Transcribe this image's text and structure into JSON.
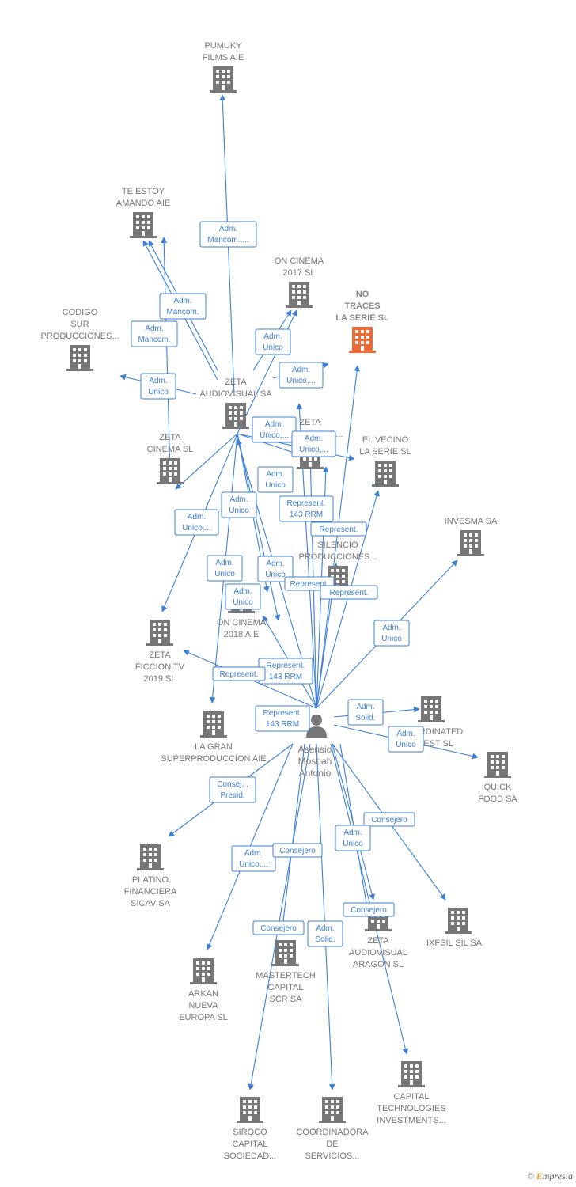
{
  "person": {
    "lines": [
      "Asensio",
      "Mosbah",
      "Antonio"
    ]
  },
  "nodes": [
    {
      "id": "pumuky",
      "lines": [
        "PUMUKY",
        "FILMS AIE"
      ]
    },
    {
      "id": "te-estoy",
      "lines": [
        "TE ESTOY",
        "AMANDO AIE"
      ]
    },
    {
      "id": "codigo-sur",
      "lines": [
        "CODIGO",
        "SUR",
        "PRODUCCIONES..."
      ]
    },
    {
      "id": "on-cinema-2017",
      "lines": [
        "ON CINEMA",
        "2017  SL"
      ]
    },
    {
      "id": "no-traces",
      "lines": [
        "NO",
        "TRACES",
        "LA SERIE  SL"
      ],
      "focus": true
    },
    {
      "id": "zeta-audiovisual",
      "lines": [
        "ZETA",
        "AUDIOVISUAL SA"
      ]
    },
    {
      "id": "zeta-audiovisual-2",
      "lines": [
        "ZETA",
        "AUDIOVISUAL..."
      ]
    },
    {
      "id": "el-vecino",
      "lines": [
        "EL VECINO",
        "LA SERIE  SL"
      ]
    },
    {
      "id": "zeta-cinema",
      "lines": [
        "ZETA",
        "CINEMA SL"
      ]
    },
    {
      "id": "invesma",
      "lines": [
        "INVESMA SA"
      ]
    },
    {
      "id": "silencio",
      "lines": [
        "SILENCIO",
        "PRODUCCIONES..."
      ]
    },
    {
      "id": "zeta-ficcion",
      "lines": [
        "ZETA",
        "FICCION TV",
        "2019  SL"
      ]
    },
    {
      "id": "on-cinema-2018",
      "lines": [
        "ON CINEMA",
        "2018  AIE"
      ]
    },
    {
      "id": "la-gran",
      "lines": [
        "LA GRAN",
        "SUPERPRODUCCION AIE"
      ]
    },
    {
      "id": "coordinated",
      "lines": [
        "COORDINATED",
        "INVEST  SL"
      ]
    },
    {
      "id": "quick-food",
      "lines": [
        "QUICK",
        "FOOD SA"
      ]
    },
    {
      "id": "platino",
      "lines": [
        "PLATINO",
        "FINANCIERA",
        "SICAV SA"
      ]
    },
    {
      "id": "ixfsil",
      "lines": [
        "IXFSIL SIL SA"
      ]
    },
    {
      "id": "zeta-aragon",
      "lines": [
        "ZETA",
        "AUDIOVISUAL",
        "ARAGON SL"
      ]
    },
    {
      "id": "arkan",
      "lines": [
        "ARKAN",
        "NUEVA",
        "EUROPA  SL"
      ]
    },
    {
      "id": "mastertech",
      "lines": [
        "MASTERTECH",
        "CAPITAL",
        "SCR SA"
      ]
    },
    {
      "id": "capital-tech",
      "lines": [
        "CAPITAL",
        "TECHNOLOGIES",
        "INVESTMENTS..."
      ]
    },
    {
      "id": "siroco",
      "lines": [
        "SIROCO",
        "CAPITAL",
        "SOCIEDAD..."
      ]
    },
    {
      "id": "coordinadora",
      "lines": [
        "COORDINADORA",
        "DE",
        "SERVICIOS..."
      ]
    }
  ],
  "roles": [
    {
      "id": "r-pumuky",
      "lines": [
        "Adm.",
        "Mancom.,..."
      ]
    },
    {
      "id": "r-te-estoy-1",
      "lines": [
        "Adm.",
        "Mancom."
      ]
    },
    {
      "id": "r-te-estoy-2",
      "lines": [
        "Adm.",
        "Mancom."
      ]
    },
    {
      "id": "r-on2017",
      "lines": [
        "Adm.",
        "Unico"
      ]
    },
    {
      "id": "r-notraces",
      "lines": [
        "Adm.",
        "Unico,..."
      ]
    },
    {
      "id": "r-codigo",
      "lines": [
        "Adm.",
        "Unico"
      ]
    },
    {
      "id": "r-zaud2-a",
      "lines": [
        "Adm.",
        "Unico,..."
      ]
    },
    {
      "id": "r-zaud2-b",
      "lines": [
        "Adm.",
        "Unico,..."
      ]
    },
    {
      "id": "r-silencio-a",
      "lines": [
        "Adm.",
        "Unico"
      ]
    },
    {
      "id": "r-zaud-rrm",
      "lines": [
        "Represent.",
        "143 RRM"
      ]
    },
    {
      "id": "r-zcinema",
      "lines": [
        "Adm.",
        "Unico,..."
      ]
    },
    {
      "id": "r-zaud-1",
      "lines": [
        "Adm.",
        "Unico"
      ]
    },
    {
      "id": "r-rep-1",
      "lines": [
        "Represent."
      ]
    },
    {
      "id": "r-zaud-2",
      "lines": [
        "Adm.",
        "Unico"
      ]
    },
    {
      "id": "r-zaud-3",
      "lines": [
        "Adm.",
        "Unico"
      ]
    },
    {
      "id": "r-zaud-4",
      "lines": [
        "Adm.",
        "Unico"
      ]
    },
    {
      "id": "r-rep-2",
      "lines": [
        "Represent."
      ]
    },
    {
      "id": "r-rep-3",
      "lines": [
        "Represent."
      ]
    },
    {
      "id": "r-invesma",
      "lines": [
        "Adm.",
        "Unico"
      ]
    },
    {
      "id": "r-on2018-rrm",
      "lines": [
        "Represent.",
        "143 RRM"
      ]
    },
    {
      "id": "r-zficcion",
      "lines": [
        "Represent."
      ]
    },
    {
      "id": "r-lagran-rrm",
      "lines": [
        "Represent.",
        "143 RRM"
      ]
    },
    {
      "id": "r-coord-a",
      "lines": [
        "Adm.",
        "Solid."
      ]
    },
    {
      "id": "r-coord-b",
      "lines": [
        "Adm.",
        "Unico"
      ]
    },
    {
      "id": "r-platino",
      "lines": [
        "Consej. ,",
        "Presid."
      ]
    },
    {
      "id": "r-ixfsil",
      "lines": [
        "Consejero"
      ]
    },
    {
      "id": "r-aragon-1",
      "lines": [
        "Adm.",
        "Unico"
      ]
    },
    {
      "id": "r-arkan",
      "lines": [
        "Adm.",
        "Unico,..."
      ]
    },
    {
      "id": "r-consejero-2",
      "lines": [
        "Consejero"
      ]
    },
    {
      "id": "r-capital",
      "lines": [
        "Consejero"
      ]
    },
    {
      "id": "r-siroco",
      "lines": [
        "Consejero"
      ]
    },
    {
      "id": "r-coordinadora",
      "lines": [
        "Adm.",
        "Solid."
      ]
    }
  ],
  "colors": {
    "edge": "#3d7fd6",
    "building": "#777777",
    "focus_building": "#f06a35",
    "label": "#777777"
  },
  "footer": {
    "copyright": "©",
    "brand_first": "E",
    "brand_rest": "mpresia"
  }
}
